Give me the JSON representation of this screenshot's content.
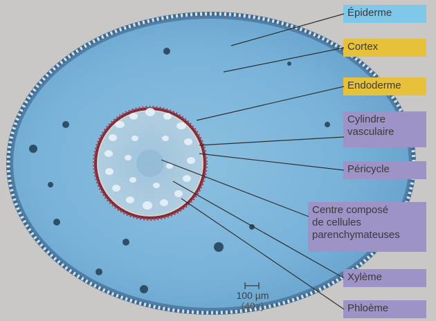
{
  "colors": {
    "background": "#c9c8c6",
    "tissue_blue": "#78b2d8",
    "cylinder": "#a8c8de",
    "label_blue": "#7fc8ea",
    "label_yellow": "#e7c13a",
    "label_purple": "#9d93c6",
    "endodermis_dots": "#7a2a3a"
  },
  "labels": {
    "epiderme": "Épiderme",
    "cortex": "Cortex",
    "endoderme": "Endoderme",
    "cylindre": [
      "Cylindre",
      "vasculaire"
    ],
    "pericycle": "Péricycle",
    "centre": [
      "Centre composé",
      "de cellules",
      "parenchymateuses"
    ],
    "xyleme": "Xylème",
    "phloeme": "Phloème"
  },
  "scale_bar": {
    "length_text": "100 µm",
    "magnification": "(40×)"
  }
}
